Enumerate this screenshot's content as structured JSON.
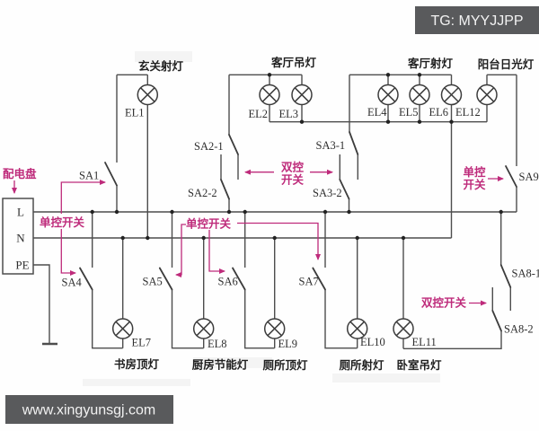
{
  "badges": {
    "top_right": "TG: MYYJJPP",
    "bottom_left": "www.xingyunsgj.com"
  },
  "panel": {
    "label": "配电盘",
    "terminals": [
      "L",
      "N",
      "PE"
    ]
  },
  "annotations": {
    "single_left": "单控开关",
    "single_mid": "单控开关",
    "single_right_l1": "单控",
    "single_right_l2": "开关",
    "double_mid_l1": "双控",
    "double_mid_l2": "开关",
    "double_right": "双控开关"
  },
  "groups": {
    "hallway": "玄关射灯",
    "living_pendant": "客厅吊灯",
    "living_spot": "客厅射灯",
    "balcony": "阳台日光灯",
    "study": "书房顶灯",
    "kitchen": "厨房节能灯",
    "toilet_ceiling": "厕所顶灯",
    "toilet_spot": "厕所射灯",
    "bedroom": "卧室吊灯"
  },
  "lamps": {
    "el1": "EL1",
    "el2": "EL2",
    "el3": "EL3",
    "el4": "EL4",
    "el5": "EL5",
    "el6": "EL6",
    "el7": "EL7",
    "el8": "EL8",
    "el9": "EL9",
    "el10": "EL10",
    "el11": "EL11",
    "el12": "EL12"
  },
  "switches": {
    "sa1": "SA1",
    "sa2_1": "SA2-1",
    "sa2_2": "SA2-2",
    "sa3_1": "SA3-1",
    "sa3_2": "SA3-2",
    "sa4": "SA4",
    "sa5": "SA5",
    "sa6": "SA6",
    "sa7": "SA7",
    "sa8_1": "SA8-1",
    "sa8_2": "SA8-2",
    "sa9": "SA9"
  },
  "colors": {
    "annotation": "#be2b7b",
    "wire": "#4d4d4d",
    "badge_bg": "#595a5c",
    "badge_text": "#f2f2f2"
  }
}
